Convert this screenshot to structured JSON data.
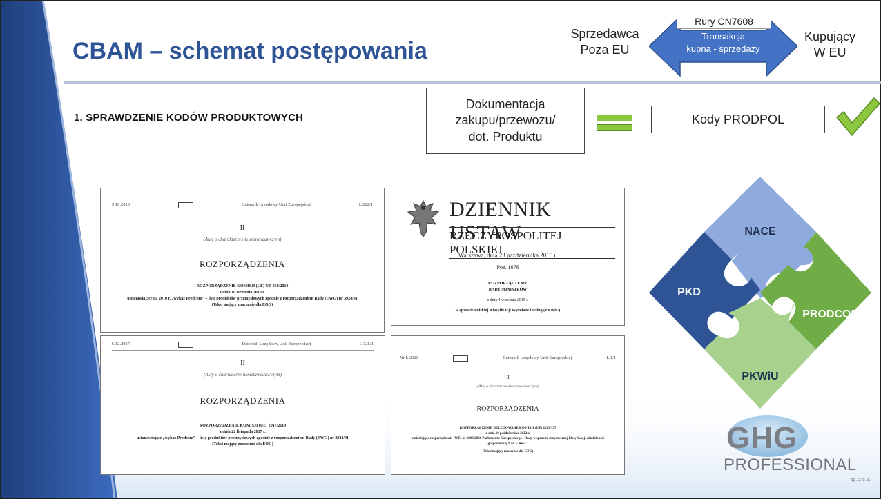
{
  "slide": {
    "title": "CBAM – schemat postępowania",
    "accent_color": "#2f5496"
  },
  "trade_flow": {
    "seller_line1": "Sprzedawca",
    "seller_line2": "Poza EU",
    "product_label": "Rury CN7608",
    "transaction_line1": "Transakcja",
    "transaction_line2": "kupna - sprzedaży",
    "buyer_line1": "Kupujący",
    "buyer_line2": "W EU",
    "arrow_color": "#4472c4"
  },
  "step1": {
    "heading": "1. SPRAWDZENIE KODÓW PRODUKTOWYCH",
    "doc_line1": "Dokumentacja",
    "doc_line2": "zakupu/przewozu/",
    "doc_line3": "dot. Produktu",
    "codes_label": "Kody PRODPOL",
    "equals_color": "#8dc63f",
    "check_icon": "checkmark-icon"
  },
  "documents": [
    {
      "header_left": "5.10.2010",
      "header_mid": "Dziennik Urzędowy Unii Europejskiej",
      "header_right": "L 262/1",
      "roman": "II",
      "subtitle": "(Akty o charakterze nieustawodawczym)",
      "heading": "ROZPORZĄDZENIA",
      "body_line1": "ROZPORZĄDZENIE KOMISJI (UE) NR 860/2010",
      "body_line2": "z dnia 10 września 2010 r.",
      "body_line3": "ustanawiające na 2010 r. „wykaz Prodcom” – listę produktów przemysłowych zgodnie z rozporządzeniem Rady (EWG) nr 3924/91",
      "body_line4": "(Tekst mający znaczenie dla EOG)"
    },
    {
      "title": "DZIENNIK USTAW",
      "subtitle": "RZECZYPOSPOLITEJ POLSKIEJ",
      "place_date": "Warszawa, dnia 23 października 2015 r.",
      "position": "Poz. 1676",
      "body_line1": "ROZPORZĄDZENIE",
      "body_line2": "RADY MINISTRÓW",
      "body_line3": "z dnia 4 września 2015 r.",
      "body_line4": "w sprawie Polskiej Klasyfikacji Wyrobów i Usług (PKWiU)"
    },
    {
      "header_left": "6.12.2017",
      "header_mid": "Dziennik Urzędowy Unii Europejskiej",
      "header_right": "L 325/1",
      "roman": "II",
      "subtitle": "(Akty o charakterze nieustawodawczym)",
      "heading": "ROZPORZĄDZENIA",
      "body_line1": "ROZPORZĄDZENIE KOMISJI (UE) 2017/2119",
      "body_line2": "z dnia 22 listopada 2017 r.",
      "body_line3": "ustanawiające „wykaz Prodcom” – listę produktów przemysłowych zgodnie z rozporządzeniem Rady (EWG) nr 3924/91",
      "body_line4": "(Tekst mający znaczenie dla EOG)"
    },
    {
      "header_left": "Nr L 2023",
      "header_mid": "Dziennik Urzędowy Unii Europejskiej",
      "header_right": "L 1/1",
      "roman": "II",
      "subtitle": "(Akty o charakterze nieustawodawczym)",
      "heading": "ROZPORZĄDZENIA",
      "body_line1": "ROZPORZĄDZENIE DELEGOWANE KOMISJI (UE) 2023/137",
      "body_line2": "z dnia 10 października 2022 r.",
      "body_line3": "zmieniające rozporządzenie (WE) nr 1893/2006 Parlamentu Europejskiego i Rady w sprawie statystycznej klasyfikacji działalności gospodarczej NACE Rev. 2",
      "body_line4": "(Tekst mający znaczenie dla EOG)"
    }
  ],
  "puzzle": {
    "pieces": [
      "NACE",
      "PKD",
      "PRODCOM",
      "PKWiU"
    ],
    "colors": [
      "#8faadc",
      "#2f5496",
      "#70ad47",
      "#a9d18e"
    ]
  },
  "logo": {
    "name": "GHG",
    "line2": "PROFESSIONAL",
    "line3": "sp. z o.o."
  }
}
